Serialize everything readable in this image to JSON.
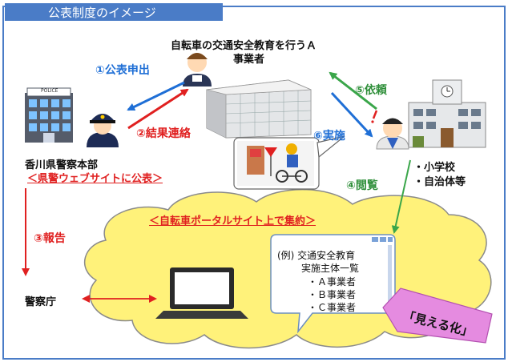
{
  "header": {
    "title": "公表制度のイメージ"
  },
  "operator": {
    "line1": "自転車の交通安全教育を行うＡ",
    "line2": "事業者"
  },
  "police": {
    "sign": "POLICE",
    "name": "香川県警察本部",
    "publish_note": "＜県警ウェブサイトに公表＞"
  },
  "schools": {
    "item1": "・小学校",
    "item2": "・自治体等"
  },
  "agency": {
    "name": "警察庁"
  },
  "flows": {
    "f1": "①公表申出",
    "f2": "②結果連絡",
    "f3": "③報告",
    "f4": "④閲覧",
    "f5": "⑤依頼",
    "f6": "⑥実施"
  },
  "portal": {
    "label": "＜自転車ポータルサイト上で集約＞"
  },
  "window": {
    "line1": "(例) 交通安全教育",
    "line2": "実施主体一覧",
    "items": [
      "・Ａ事業者",
      "・Ｂ事業者",
      "・Ｃ事業者"
    ]
  },
  "callout": {
    "label": "「見える化」"
  },
  "colors": {
    "frame": "#4a7cc7",
    "header_bg": "#4a7cc7",
    "cloud": "#fff27a",
    "red": "#e02020",
    "blue": "#1f6fd6",
    "green": "#3aa64a",
    "callout": "#e58be0"
  }
}
